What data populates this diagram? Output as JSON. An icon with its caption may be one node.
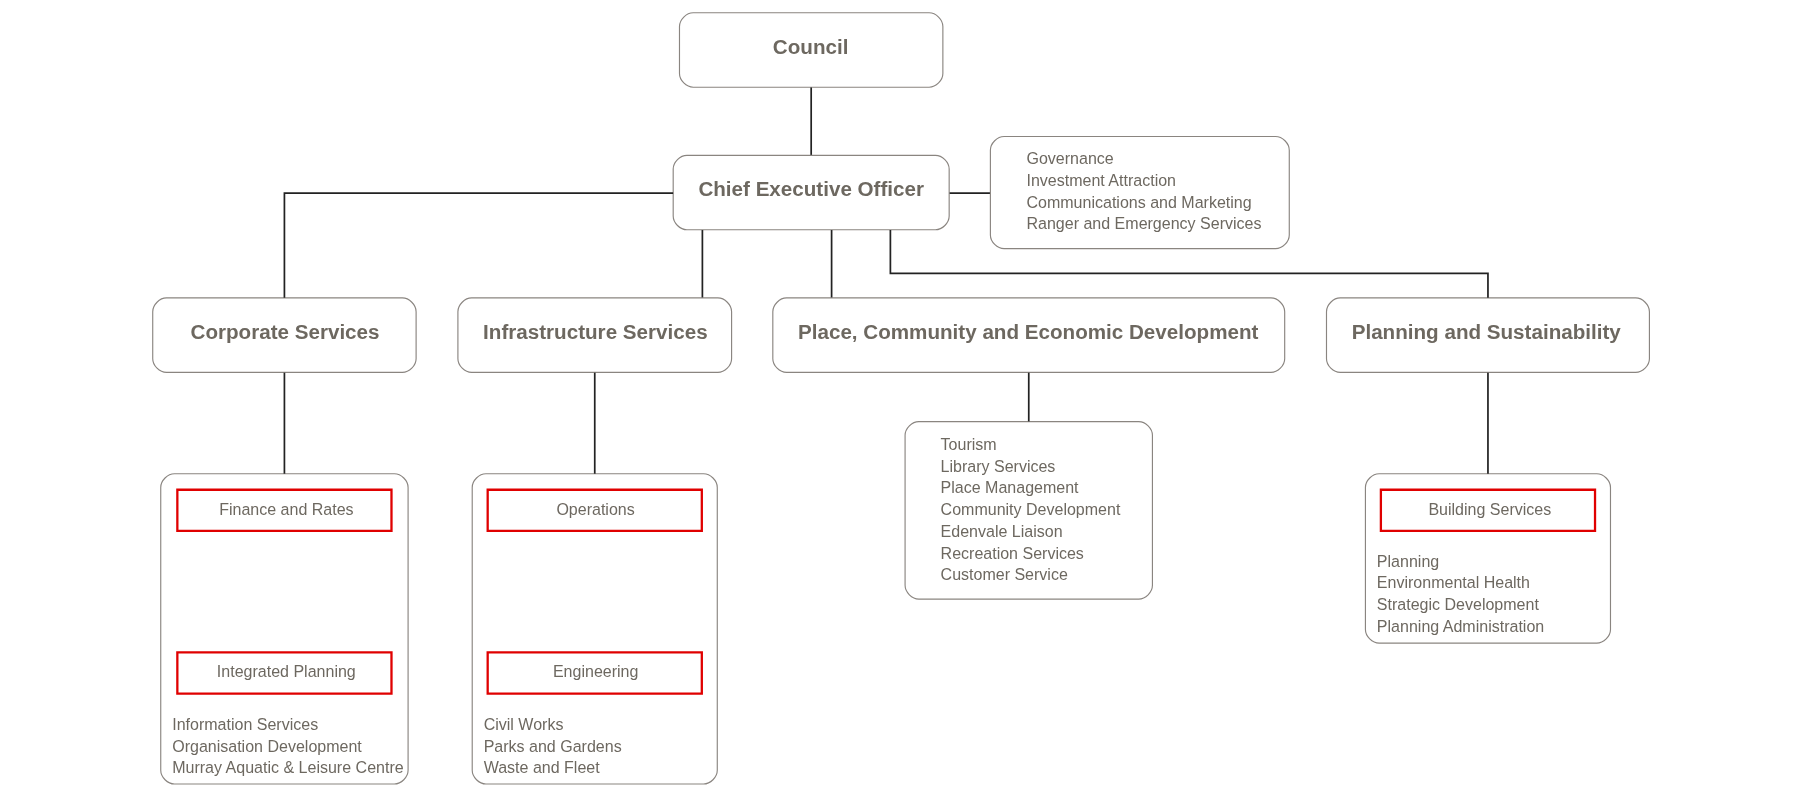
{
  "diagram": {
    "nodes": [
      {
        "text": [
          "Council"
        ]
      },
      {
        "text": [
          "Chief Executive Officer"
        ]
      },
      {
        "text": [
          "Governance",
          "Investment Attraction",
          "Communications and Marketing",
          "Ranger and Emergency Services"
        ]
      },
      {
        "text": [
          "Corporate Services"
        ]
      },
      {
        "text": [
          "Infrastructure Services"
        ]
      },
      {
        "text": [
          "Place, Community and Economic Development"
        ]
      },
      {
        "text": [
          "Planning and Sustainability"
        ]
      },
      {
        "text": [
          "Information Services",
          "Organisation Development",
          "Murray Aquatic & Leisure Centre"
        ]
      },
      {
        "text": [
          "Finance and Rates"
        ],
        "in": 7
      },
      {
        "text": [
          "Integrated Planning"
        ],
        "in": 7
      },
      {
        "text": [
          "Civil Works",
          "Parks and Gardens",
          "Waste and Fleet"
        ]
      },
      {
        "text": [
          "Operations"
        ],
        "in": 10
      },
      {
        "text": [
          "Engineering"
        ],
        "in": 10
      },
      {
        "text": [
          "Tourism",
          "Library Services",
          "Place Management",
          "Community Development",
          "Edenvale Liaison",
          "Recreation Services",
          "Customer Service"
        ]
      },
      {
        "text": [
          "Planning",
          "Environmental Health",
          "Strategic Development",
          "Planning Administration"
        ]
      },
      {
        "text": [
          "Building Services"
        ],
        "in": 14
      }
    ],
    "edges": [
      {
        "from": 0,
        "to": 1,
        "arrow": "none"
      },
      {
        "from": 1,
        "to": 2,
        "arrow": "none"
      },
      {
        "from": 1,
        "to": 3,
        "arrow": "none"
      },
      {
        "from": 1,
        "to": 4,
        "arrow": "none"
      },
      {
        "from": 1,
        "to": 5,
        "arrow": "none"
      },
      {
        "from": 1,
        "to": 6,
        "arrow": "none"
      },
      {
        "from": 3,
        "to": 7,
        "arrow": "none"
      },
      {
        "from": 4,
        "to": 10,
        "arrow": "none"
      },
      {
        "from": 5,
        "to": 13,
        "arrow": "none"
      },
      {
        "from": 6,
        "to": 14,
        "arrow": "none"
      }
    ]
  }
}
